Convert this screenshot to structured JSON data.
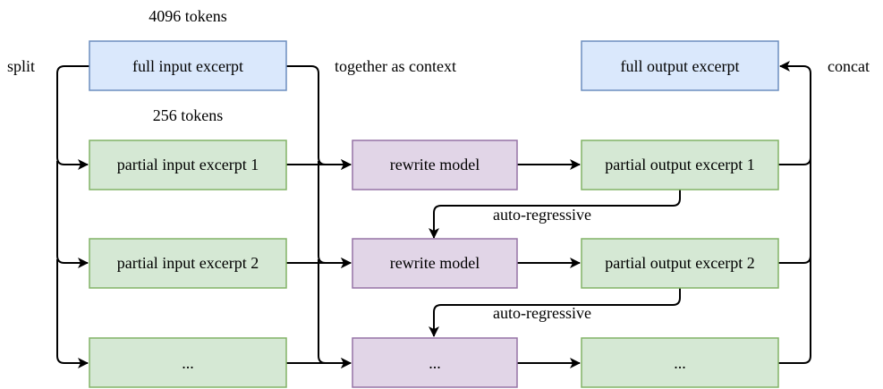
{
  "colors": {
    "blue_fill": "#dae8fc",
    "blue_stroke": "#6c8ebf",
    "green_fill": "#d5e8d4",
    "green_stroke": "#82b366",
    "purple_fill": "#e1d5e7",
    "purple_stroke": "#9673a6",
    "edge": "#000000"
  },
  "labels": {
    "tokens_full": "4096 tokens",
    "tokens_partial": "256 tokens",
    "split": "split",
    "together": "together as context",
    "concat": "concat",
    "auto1": "auto-regressive",
    "auto2": "auto-regressive"
  },
  "boxes": {
    "full_input": "full input excerpt",
    "full_output": "full output excerpt",
    "partial_input_1": "partial input excerpt 1",
    "partial_input_2": "partial input excerpt 2",
    "partial_input_3": "...",
    "rewrite_1": "rewrite model",
    "rewrite_2": "rewrite model",
    "rewrite_3": "...",
    "partial_output_1": "partial output excerpt 1",
    "partial_output_2": "partial output excerpt 2",
    "partial_output_3": "..."
  }
}
